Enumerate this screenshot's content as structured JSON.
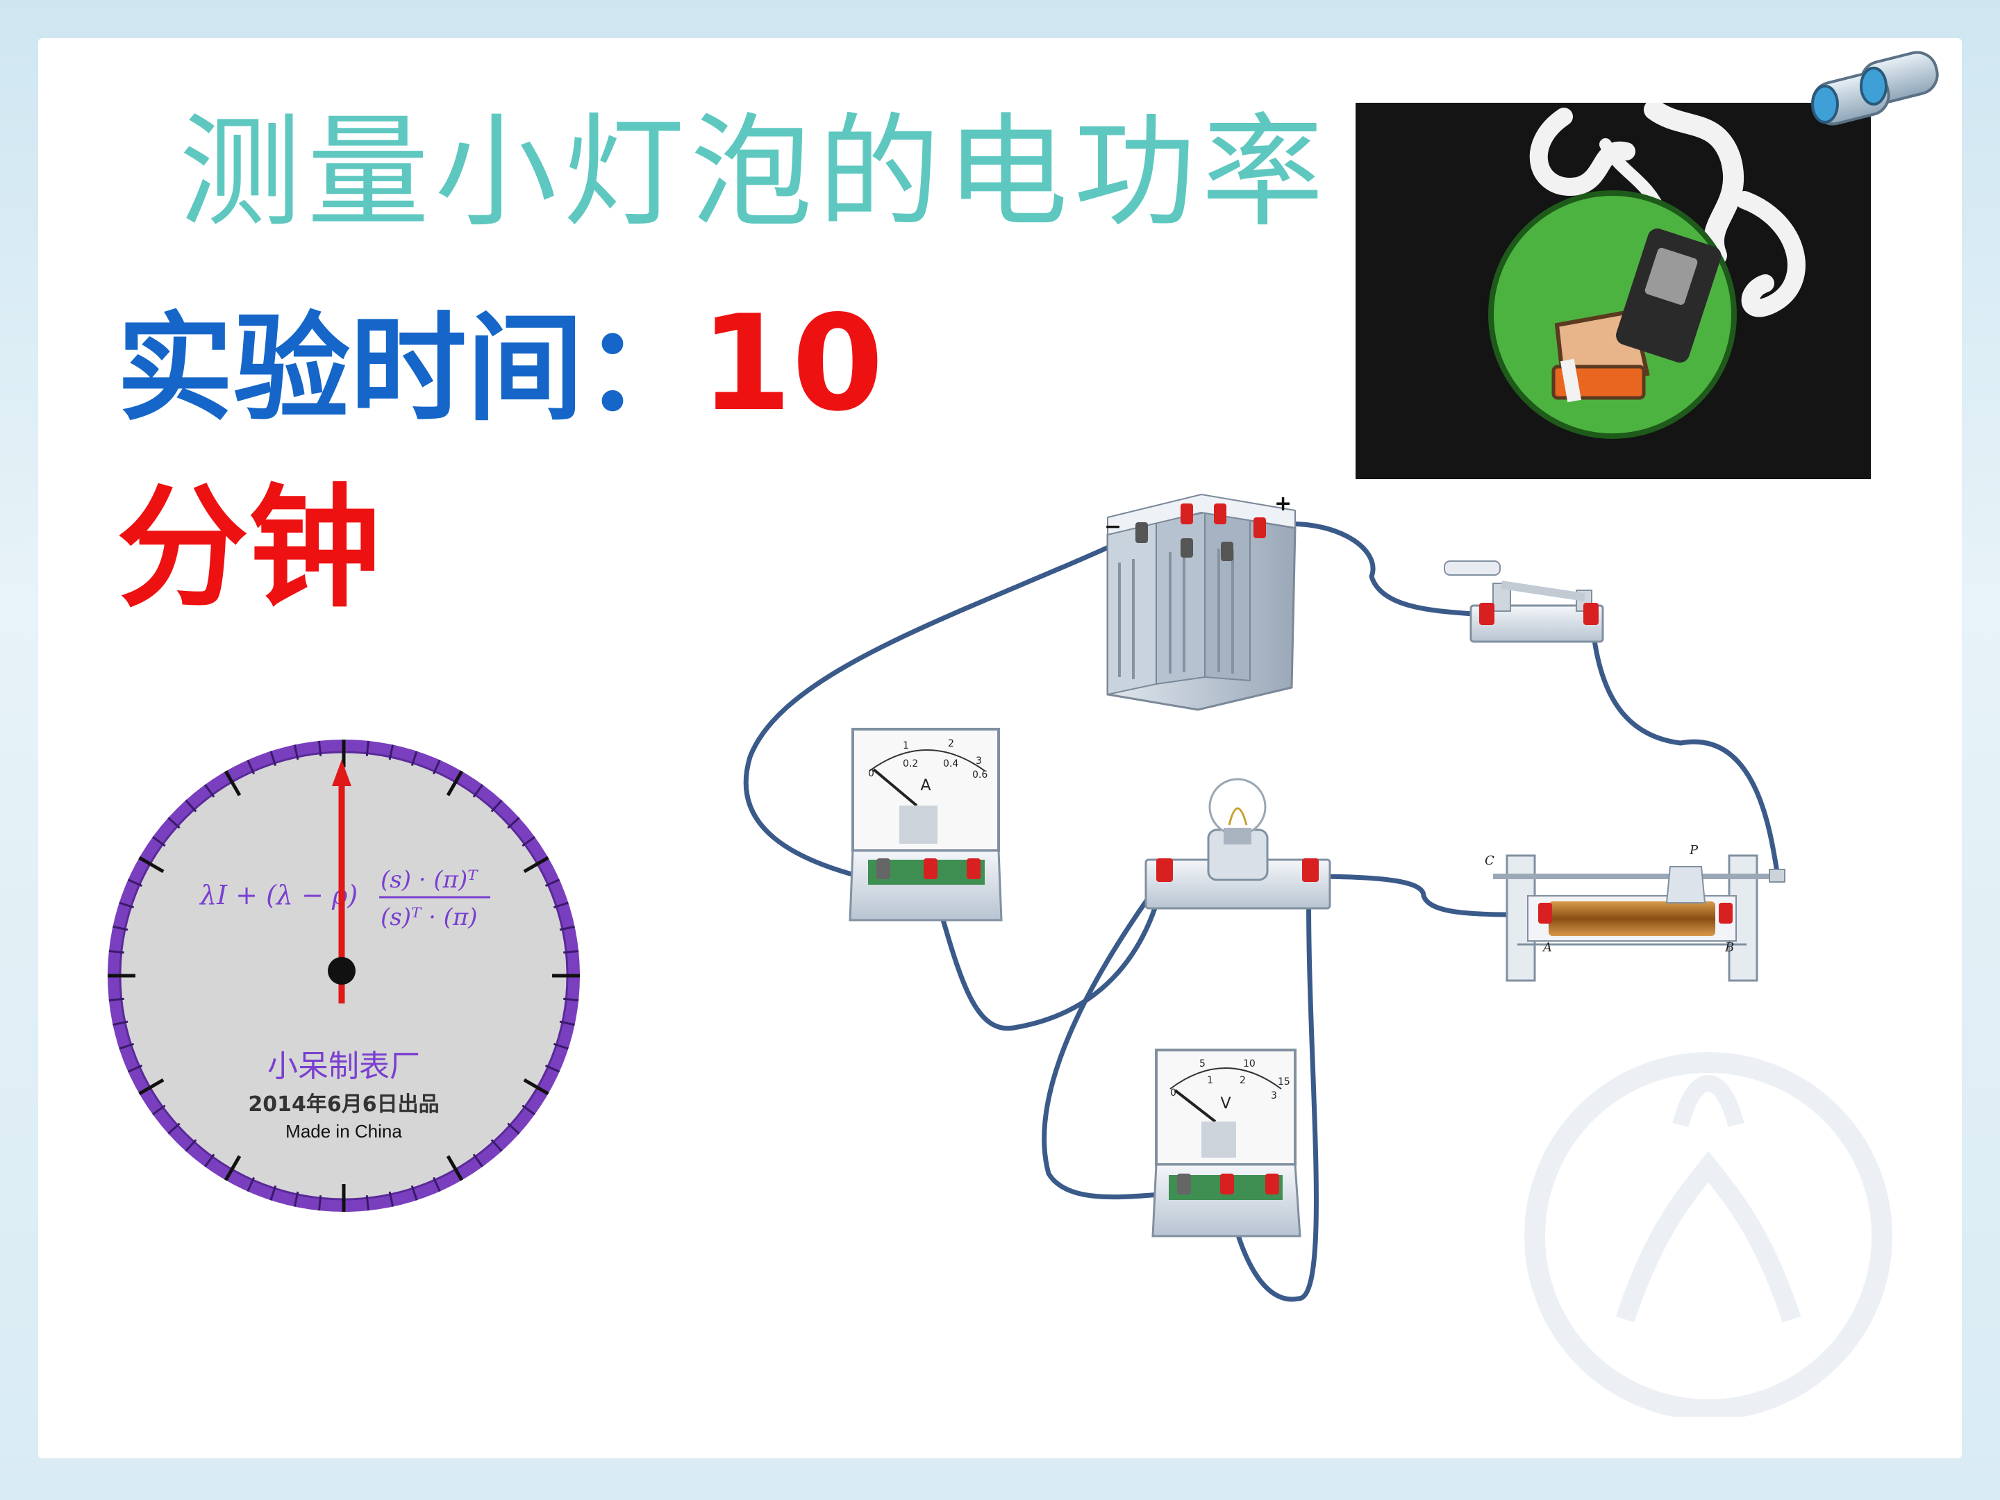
{
  "slide": {
    "title": "测量小灯泡的电功率",
    "experiment_time_label": "实验时间：",
    "experiment_time_value": "10",
    "experiment_time_unit": "分钟"
  },
  "clock": {
    "formula_left": "λI + (λ − ρ)",
    "formula_numerator": "(s) · (π)ᵀ",
    "formula_denominator": "(s)ᵀ · (π)",
    "maker": "小呆制表厂",
    "date": "2014年6月6日出品",
    "origin": "Made in China"
  },
  "battery": {
    "minus": "−",
    "plus": "+"
  },
  "ammeter": {
    "symbol": "A",
    "scale_top": [
      "1",
      "2",
      "3"
    ],
    "scale_bottom": [
      "0",
      "0.2",
      "0.4",
      "0.6"
    ]
  },
  "voltmeter": {
    "symbol": "V",
    "scale_top": [
      "5",
      "10",
      "15"
    ],
    "scale_bottom": [
      "0",
      "1",
      "2",
      "3"
    ]
  },
  "rheostat": {
    "label_c": "C",
    "label_p": "P",
    "label_a": "A",
    "label_b": "B"
  },
  "colors": {
    "title": "#5ec8c0",
    "label_blue": "#1566c8",
    "accent_red": "#ee1111",
    "wire": "#3a5a8a",
    "clock_rim": "#6a2fa8"
  }
}
